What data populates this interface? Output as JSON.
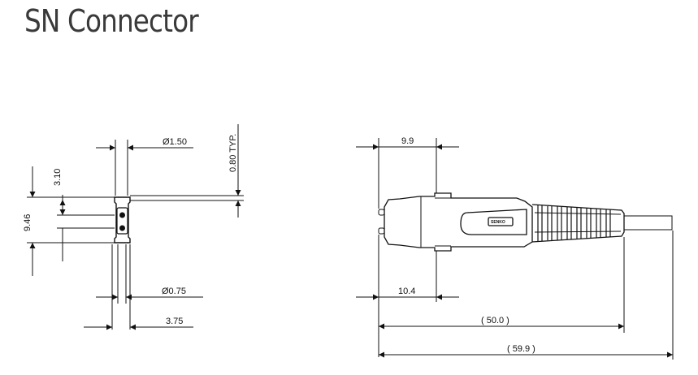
{
  "title": "SN Connector",
  "front_view": {
    "dimensions": {
      "diameter_top": "Ø1.50",
      "typ": "0.80 TYP.",
      "height_upper": "3.10",
      "height_total": "9.46",
      "diameter_bottom": "Ø0.75",
      "width": "3.75"
    }
  },
  "side_view": {
    "brand": "SENKO",
    "dimensions": {
      "top_length": "9.9",
      "bottom_length": "10.4",
      "length_50": "( 50.0 )",
      "length_59": "( 59.9 )"
    }
  },
  "colors": {
    "line": "#111111",
    "title": "#3a3a3a"
  }
}
